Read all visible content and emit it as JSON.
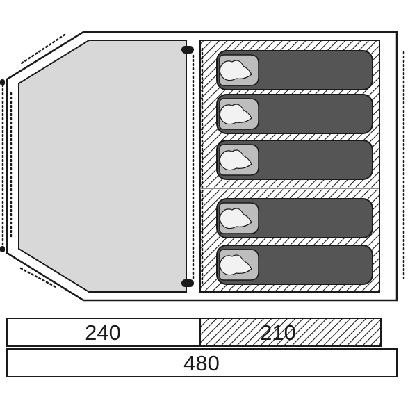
{
  "colors": {
    "outline": "#1a1a1a",
    "living_area_fill": "#d8d8d8",
    "bedroom_fill": "#ffffff",
    "hatch": "#1a1a1a",
    "sleeping_bag": "#555555",
    "sleeping_bag_hood": "#bdbdbd",
    "pillow": "#f2f2f2"
  },
  "icons": {
    "zip_pull": "zip-pull-icon",
    "sleeping_bag": "sleeping-bag-icon",
    "door_dots": "door-zip-dotted-line"
  },
  "floor_plan": {
    "living_area": {
      "label": ""
    },
    "bedroom": {
      "sleeping_places": 5
    }
  },
  "dimensions": {
    "living_width": "240",
    "bedroom_width": "210",
    "total_width": "480"
  }
}
